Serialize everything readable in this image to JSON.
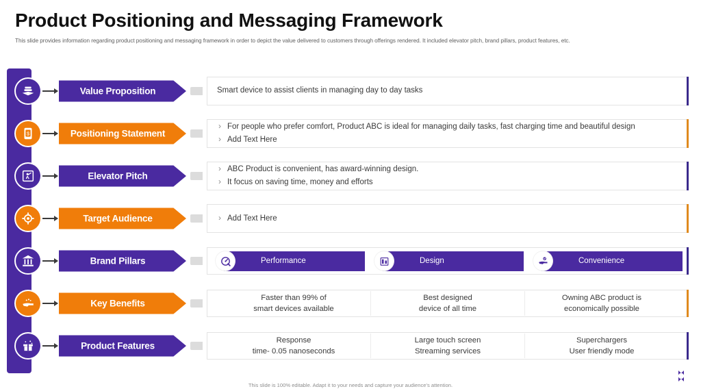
{
  "header": {
    "title": "Product Positioning and Messaging Framework",
    "subtitle": "This slide provides information regarding product positioning and messaging framework in order to depict the value delivered to customers through offerings rendered. It included elevator pitch, brand pillars, product features, etc."
  },
  "colors": {
    "purple": "#4a2aa0",
    "orange": "#f07d0a",
    "accent_purple": "#3b2a8c",
    "accent_orange": "#e08a1e",
    "text": "#3a3a3a"
  },
  "rows": [
    {
      "label": "Value Proposition",
      "theme": "purple",
      "icon": "stacked-documents-icon",
      "content_type": "plain",
      "text": "Smart device to assist clients in managing day to day tasks"
    },
    {
      "label": "Positioning Statement",
      "theme": "orange",
      "icon": "price-tag-mobile-icon",
      "content_type": "bullets",
      "bullets": [
        "For people who prefer comfort, Product ABC is ideal for managing daily tasks, fast charging time and beautiful design",
        "Add Text Here"
      ]
    },
    {
      "label": "Elevator Pitch",
      "theme": "purple",
      "icon": "person-presenting-icon",
      "content_type": "bullets",
      "bullets": [
        "ABC Product is convenient, has award-winning design.",
        "It focus on saving time, money and efforts"
      ]
    },
    {
      "label": "Target Audience",
      "theme": "orange",
      "icon": "people-group-icon",
      "content_type": "bullets",
      "bullets": [
        "Add Text Here"
      ]
    },
    {
      "label": "Brand Pillars",
      "theme": "purple",
      "icon": "bank-pillars-icon",
      "content_type": "pillars",
      "pillars": [
        {
          "label": "Performance",
          "icon": "speedometer-icon"
        },
        {
          "label": "Design",
          "icon": "buildings-icon"
        },
        {
          "label": "Convenience",
          "icon": "hand-check-icon"
        }
      ]
    },
    {
      "label": "Key Benefits",
      "theme": "orange",
      "icon": "hand-gift-icon",
      "content_type": "columns",
      "columns": [
        "Faster than 99% of\nsmart devices available",
        "Best designed\ndevice of all time",
        "Owning ABC product is\neconomically possible"
      ]
    },
    {
      "label": "Product Features",
      "theme": "purple",
      "icon": "gift-box-icon",
      "content_type": "columns",
      "columns": [
        "Response\ntime- 0.05 nanoseconds",
        "Large touch screen\nStreaming services",
        "Superchargers\nUser friendly mode"
      ]
    }
  ],
  "footer": {
    "note": "This slide is 100% editable. Adapt it to your needs and capture your audience's attention."
  }
}
